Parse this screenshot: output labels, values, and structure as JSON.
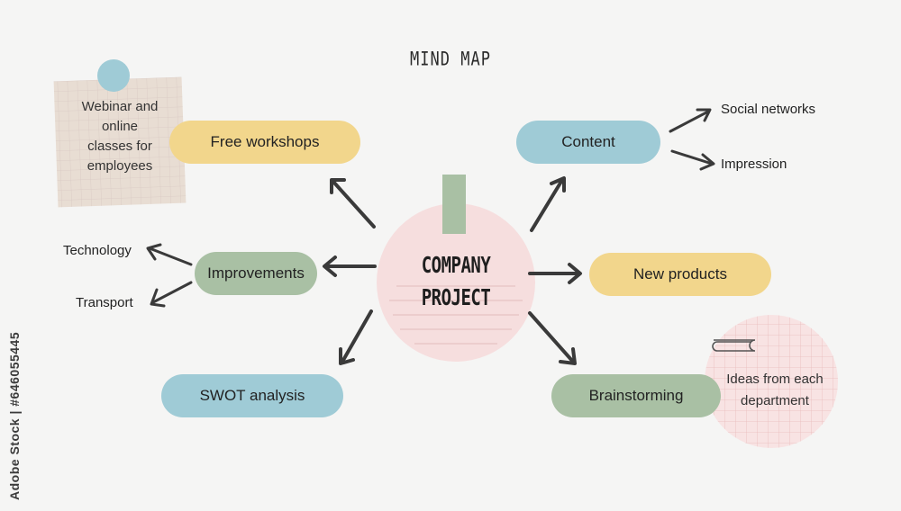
{
  "title": "MIND MAP",
  "center": {
    "line1": "COMPANY",
    "line2": "PROJECT"
  },
  "nodes": {
    "free_workshops": "Free workshops",
    "content": "Content",
    "improvements": "Improvements",
    "new_products": "New products",
    "swot_analysis": "SWOT analysis",
    "brainstorming": "Brainstorming"
  },
  "leaves": {
    "social_networks": "Social networks",
    "impression": "Impression",
    "technology": "Technology",
    "transport": "Transport"
  },
  "notes": {
    "webinar": [
      "Webinar and",
      "online",
      "classes for",
      "employees"
    ],
    "ideas": [
      "Ideas from each",
      "department"
    ]
  },
  "watermark": "Adobe Stock | #646055445",
  "colors": {
    "yellow": "#f2d68c",
    "blue": "#9fcbd6",
    "green": "#a9c0a4",
    "center_circle": "#f6dede",
    "arrow": "#3a3a3a"
  }
}
